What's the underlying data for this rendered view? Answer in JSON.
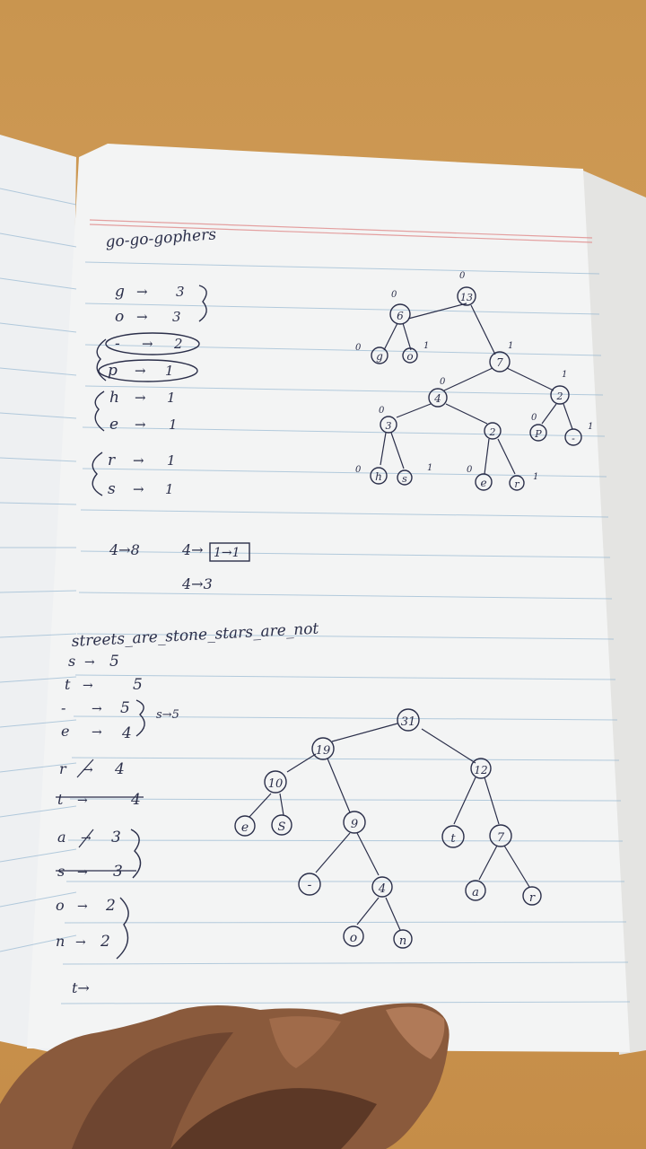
{
  "page1": {
    "title": "go-go-gophers",
    "freq": [
      {
        "ch": "g",
        "n": "3"
      },
      {
        "ch": "o",
        "n": "3"
      },
      {
        "ch": "-",
        "n": "2"
      },
      {
        "ch": "p",
        "n": "1"
      },
      {
        "ch": "h",
        "n": "1"
      },
      {
        "ch": "e",
        "n": "1"
      },
      {
        "ch": "r",
        "n": "1"
      },
      {
        "ch": "s",
        "n": "1"
      }
    ],
    "notes": {
      "a": "4→8",
      "b": "4→",
      "boxed": "1→1",
      "c": "4→3"
    },
    "tree": {
      "root": "13",
      "n6": "6",
      "g": "g",
      "o": "o",
      "n7": "7",
      "n4": "4",
      "n3": "3",
      "n2a": "2",
      "n2b": "2",
      "h": "h",
      "s": "s",
      "e": "e",
      "r": "r",
      "p": "P",
      "dash": "-",
      "zero": "0",
      "one": "1"
    }
  },
  "page2": {
    "title": "streets_are_stone_stars_are_not",
    "freq": [
      {
        "ch": "s",
        "n": "5"
      },
      {
        "ch": "t",
        "n": "5"
      },
      {
        "ch": "-",
        "n": "5"
      },
      {
        "ch": "e",
        "n": "4"
      },
      {
        "ch": "r",
        "n": "4"
      },
      {
        "ch": "t",
        "n": "4"
      },
      {
        "ch": "a",
        "n": "3"
      },
      {
        "ch": "s",
        "n": "3"
      },
      {
        "ch": "o",
        "n": "2"
      },
      {
        "ch": "n",
        "n": "2"
      }
    ],
    "side_note": "s→5",
    "last": "t→",
    "tree": {
      "root": "31",
      "n19": "19",
      "n12": "12",
      "n10": "10",
      "n9": "9",
      "n7": "7",
      "e": "e",
      "s": "S",
      "t": "t",
      "dash": "-",
      "n4": "4",
      "o": "o",
      "n": "n",
      "a": "a",
      "r": "r"
    }
  }
}
